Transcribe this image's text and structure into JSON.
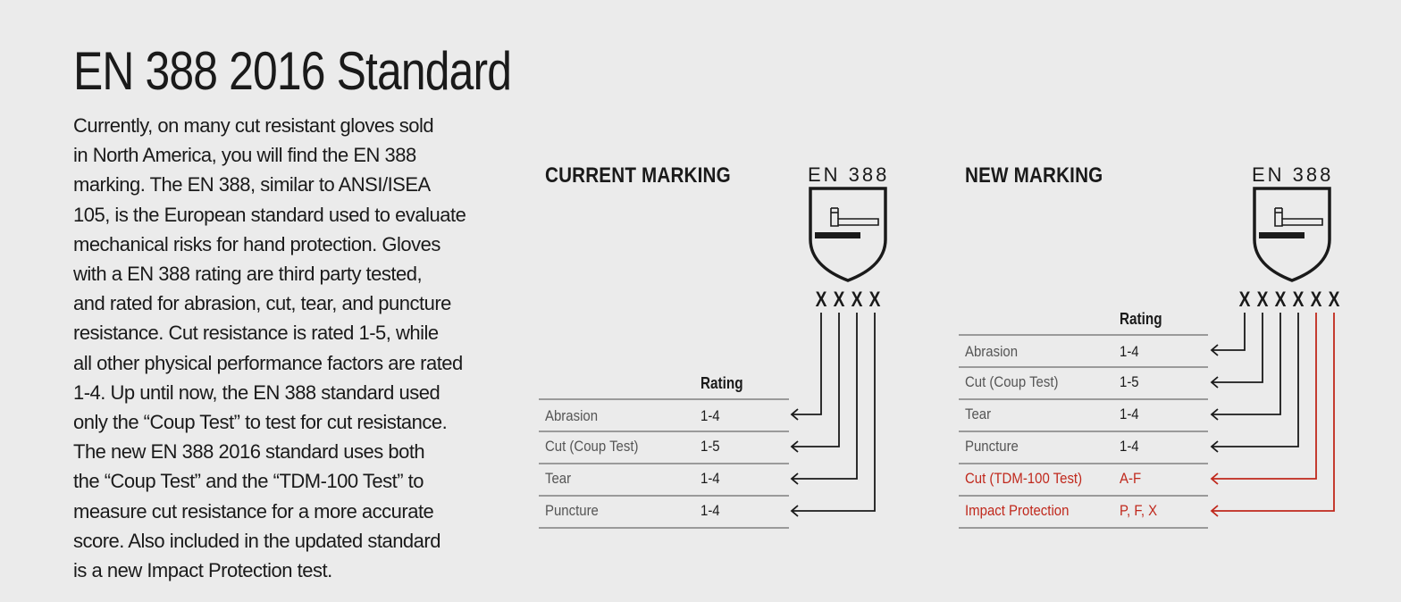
{
  "title": "EN 388 2016 Standard",
  "body_lines": [
    "Currently, on many cut resistant gloves sold",
    "in North America, you will find the EN 388",
    "marking. The EN 388, similar to ANSI/ISEA",
    "105, is the European standard used to evaluate",
    "mechanical risks for hand protection. Gloves",
    "with a EN 388 rating are third party tested,",
    "and rated for abrasion, cut, tear, and puncture",
    "resistance. Cut resistance is rated 1-5, while",
    "all other physical performance factors are rated",
    "1-4. Up until now, the EN 388 standard used",
    "only the “Coup Test” to test for cut resistance.",
    "The new EN 388 2016 standard uses both",
    "the “Coup Test” and the “TDM-100 Test” to",
    "measure cut resistance for a more accurate",
    "score. Also included in the updated standard",
    "is a new Impact Protection test."
  ],
  "colors": {
    "background": "#ebebeb",
    "text": "#1a1a1a",
    "accent_red": "#c0281c",
    "rule": "#9a9a9a"
  },
  "current": {
    "heading": "CURRENT MARKING",
    "en_label": "EN 388",
    "shield_icon": "hammer-shield-icon",
    "marks": [
      "X",
      "X",
      "X",
      "X"
    ],
    "rating_header": "Rating",
    "rows": [
      {
        "category": "Abrasion",
        "rating": "1-4"
      },
      {
        "category": "Cut (Coup Test)",
        "rating": "1-5"
      },
      {
        "category": "Tear",
        "rating": "1-4"
      },
      {
        "category": "Puncture",
        "rating": "1-4"
      }
    ]
  },
  "new": {
    "heading": "NEW MARKING",
    "en_label": "EN 388",
    "shield_icon": "hammer-shield-icon",
    "marks": [
      "X",
      "X",
      "X",
      "X",
      "X",
      "X"
    ],
    "rating_header": "Rating",
    "rows": [
      {
        "category": "Abrasion",
        "rating": "1-4",
        "highlight": false
      },
      {
        "category": "Cut (Coup Test)",
        "rating": "1-5",
        "highlight": false
      },
      {
        "category": "Tear",
        "rating": "1-4",
        "highlight": false
      },
      {
        "category": "Puncture",
        "rating": "1-4",
        "highlight": false
      },
      {
        "category": "Cut (TDM-100 Test)",
        "rating": "A-F",
        "highlight": true
      },
      {
        "category": "Impact Protection",
        "rating": "P, F, X",
        "highlight": true
      }
    ]
  }
}
